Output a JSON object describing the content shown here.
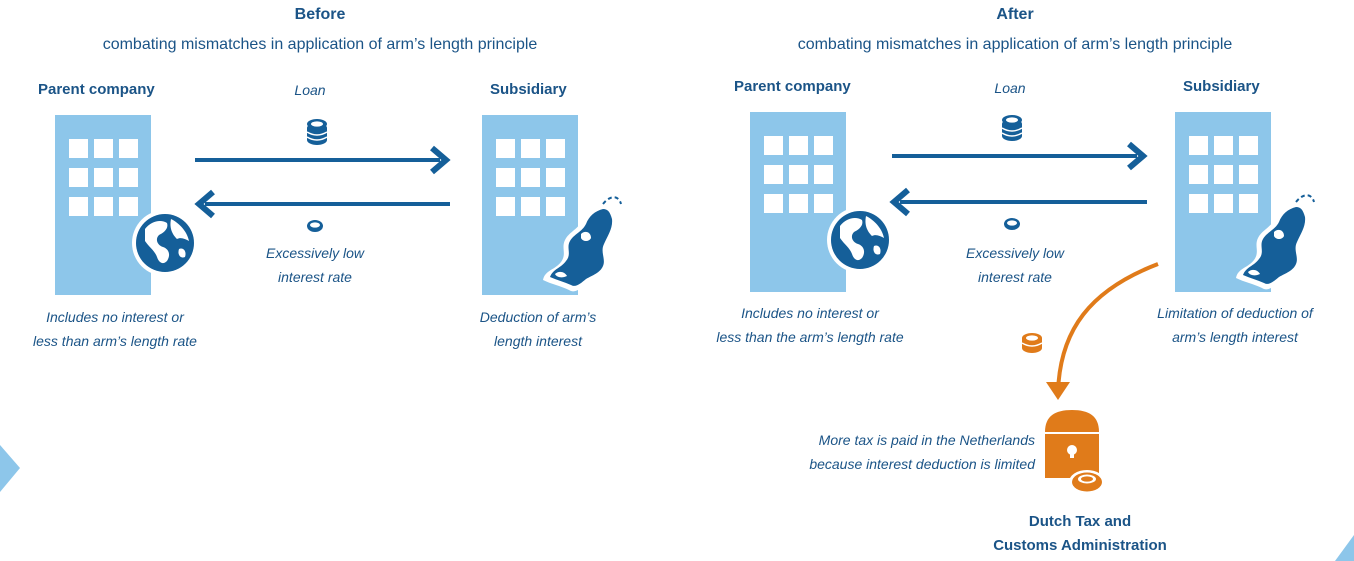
{
  "colors": {
    "dark_blue": "#155f99",
    "light_blue": "#8dc6ea",
    "orange": "#e07b1a",
    "text": "#1b5487"
  },
  "before": {
    "title": "Before",
    "subtitle": "combating mismatches in application of arm’s length principle",
    "parent_label": "Parent company",
    "subsidiary_label": "Subsidiary",
    "loan_label": "Loan",
    "rate_label_1": "Excessively low",
    "rate_label_2": "interest rate",
    "parent_note_1": "Includes no interest or",
    "parent_note_2": "less than arm’s length rate",
    "subsidiary_note_1": "Deduction of arm’s",
    "subsidiary_note_2": "length interest"
  },
  "after": {
    "title": "After",
    "subtitle": "combating mismatches in application of arm’s length principle",
    "parent_label": "Parent company",
    "subsidiary_label": "Subsidiary",
    "loan_label": "Loan",
    "rate_label_1": "Excessively low",
    "rate_label_2": "interest rate",
    "parent_note_1": "Includes no interest or",
    "parent_note_2": "less than the arm’s length rate",
    "subsidiary_note_1": "Limitation of deduction of",
    "subsidiary_note_2": "arm’s length interest",
    "tax_note_1": "More tax is paid in the Netherlands",
    "tax_note_2": "because interest deduction is limited",
    "authority_1": "Dutch Tax and",
    "authority_2": "Customs Administration"
  },
  "icons": [
    "building-icon",
    "globe-icon",
    "netherlands-map-icon",
    "coin-stack-icon",
    "coin-icon",
    "treasure-chest-icon",
    "arrow-right-icon",
    "arrow-left-icon",
    "curved-arrow-icon"
  ]
}
